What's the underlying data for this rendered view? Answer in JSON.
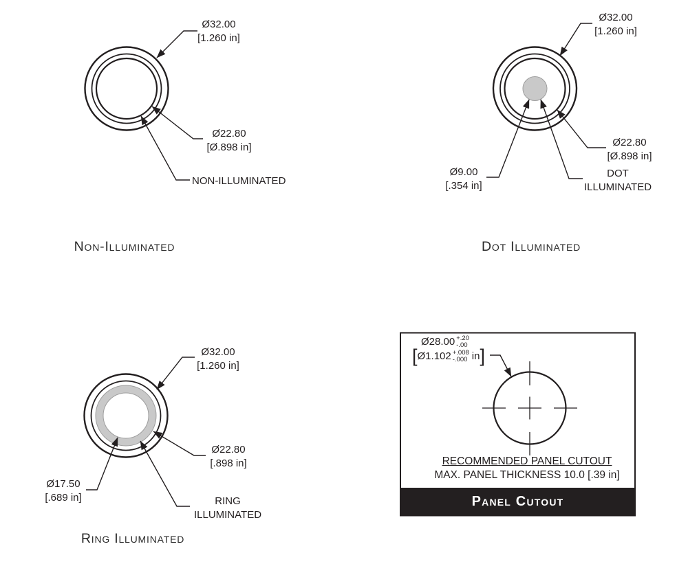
{
  "colors": {
    "line": "#231f20",
    "gray_fill": "#c9c9c9",
    "gray_edge": "#9e9e9e",
    "banner_bg": "#231f20",
    "banner_text": "#ffffff"
  },
  "views": {
    "non_illuminated": {
      "caption": "Non-Illuminated",
      "dims": {
        "outer_mm": "Ø32.00",
        "outer_in": "[1.260 in]",
        "inner_mm": "Ø22.80",
        "inner_in": "[Ø.898 in]",
        "label": "NON-ILLUMINATED"
      }
    },
    "dot_illuminated": {
      "caption": "Dot Illuminated",
      "dims": {
        "outer_mm": "Ø32.00",
        "outer_in": "[1.260 in]",
        "inner_mm": "Ø22.80",
        "inner_in": "[Ø.898 in]",
        "dot_mm": "Ø9.00",
        "dot_in": "[.354 in]",
        "label_line1": "DOT",
        "label_line2": "ILLUMINATED"
      }
    },
    "ring_illuminated": {
      "caption": "Ring Illuminated",
      "dims": {
        "outer_mm": "Ø32.00",
        "outer_in": "[1.260 in]",
        "inner_mm": "Ø22.80",
        "inner_in": "[.898 in]",
        "ring_mm": "Ø17.50",
        "ring_in": "[.689 in]",
        "label_line1": "RING",
        "label_line2": "ILLUMINATED"
      }
    },
    "panel_cutout": {
      "banner": "Panel Cutout",
      "dim_mm": "Ø28.00",
      "tol_mm_plus": "+.20",
      "tol_mm_minus": "-.00",
      "bracket_open": "[",
      "dim_in": "Ø1.102",
      "tol_in_plus": "+.008",
      "tol_in_minus": "-.000",
      "in_suffix": "in",
      "bracket_close": "]",
      "note1": "RECOMMENDED PANEL CUTOUT",
      "note2": "MAX. PANEL THICKNESS 10.0 [.39 in]"
    }
  }
}
